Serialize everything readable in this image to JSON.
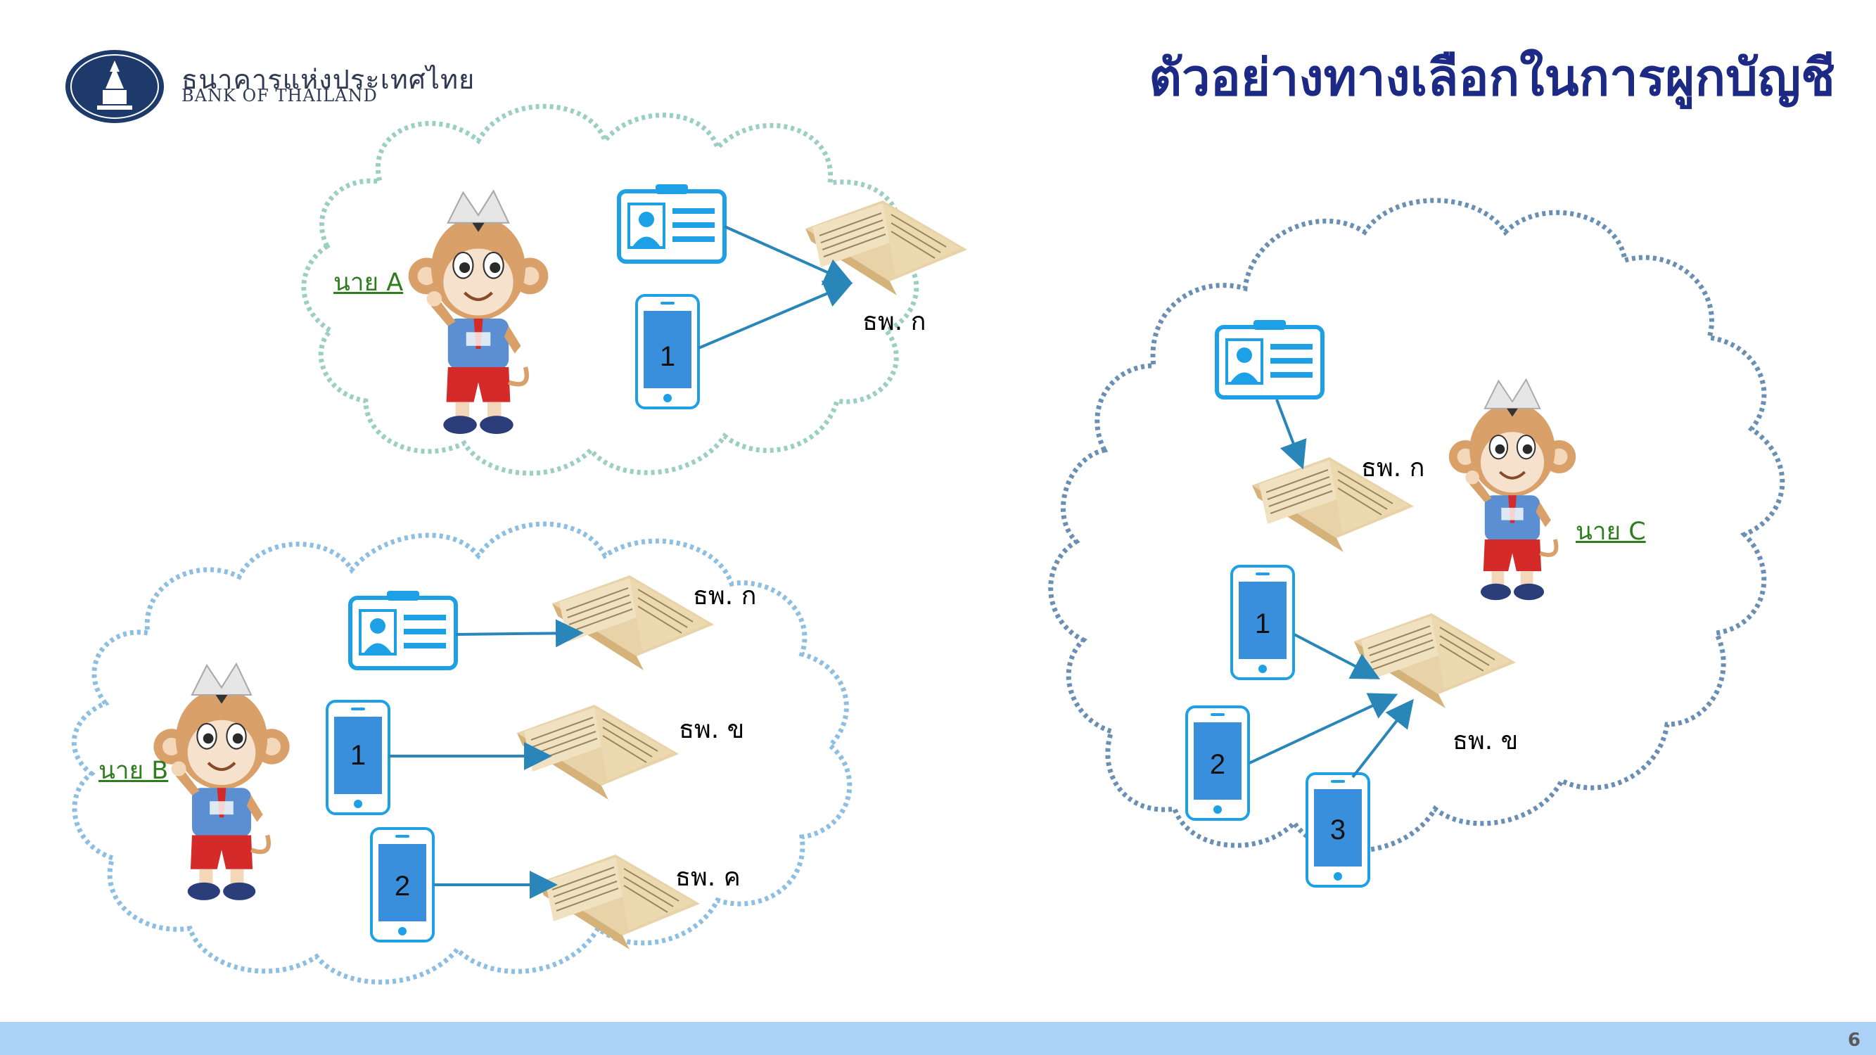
{
  "header": {
    "org_name_th": "ธนาคารแห่งประเทศไทย",
    "org_name_en": "BANK OF THAILAND",
    "title": "ตัวอย่างทางเลือกในการผูกบัญชี"
  },
  "page_number": "6",
  "groups": {
    "a": {
      "person": "นาย A",
      "phone_numbers": [
        "1"
      ],
      "bank_labels": [
        "ธพ. ก"
      ]
    },
    "b": {
      "person": "นาย B",
      "phone_numbers": [
        "1",
        "2"
      ],
      "bank_labels": [
        "ธพ. ก",
        "ธพ. ข",
        "ธพ. ค"
      ]
    },
    "c": {
      "person": "นาย C",
      "phone_numbers": [
        "1",
        "2",
        "3"
      ],
      "bank_labels": [
        "ธพ. ก",
        "ธพ. ข"
      ]
    }
  },
  "colors": {
    "title": "#1c2a86",
    "icon_blue": "#1ea0e6",
    "phone_screen": "#3a8fdc",
    "arrow": "#2a86b8",
    "cloud_a": "#9ccfc4",
    "cloud_b": "#8dbfe3",
    "cloud_c": "#6a8fb5",
    "person_label": "#2e7d1e",
    "footer": "#abd2f6"
  },
  "icons": [
    "bank-of-thailand-logo",
    "id-card-icon",
    "smartphone-icon",
    "bankbook-icon",
    "monkey-mascot"
  ]
}
